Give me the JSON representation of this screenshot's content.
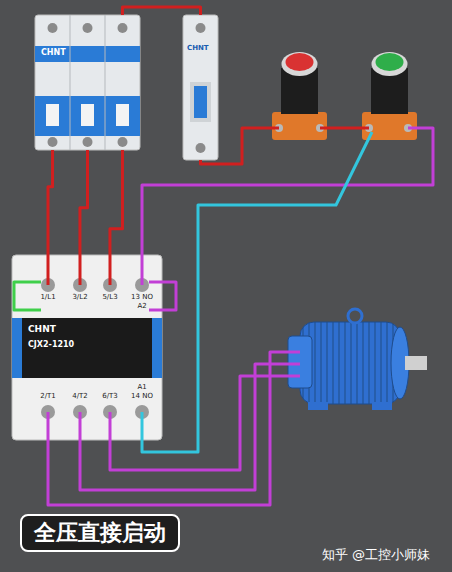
{
  "diagram": {
    "title": "全压直接启动",
    "nodes": [
      {
        "text": [
          "CHNT"
        ]
      },
      {
        "text": [
          "CHNT"
        ]
      },
      {
        "text": [
          "CHNT",
          "CJX2-1210"
        ]
      }
    ],
    "edges": [
      {
        "from": 0,
        "to": 2,
        "arrow": "none"
      },
      {
        "from": 0,
        "to": 2,
        "arrow": "none"
      },
      {
        "from": 0,
        "to": 2,
        "arrow": "none"
      },
      {
        "from": 0,
        "to": 1,
        "arrow": "none"
      }
    ],
    "labels": [
      "1/L1",
      "3/L2",
      "5/L3",
      "13 NO",
      "A2",
      "2/T1",
      "4/T2",
      "6/T3",
      "14 NO",
      "A1",
      "知乎 @工控小师妹"
    ]
  }
}
